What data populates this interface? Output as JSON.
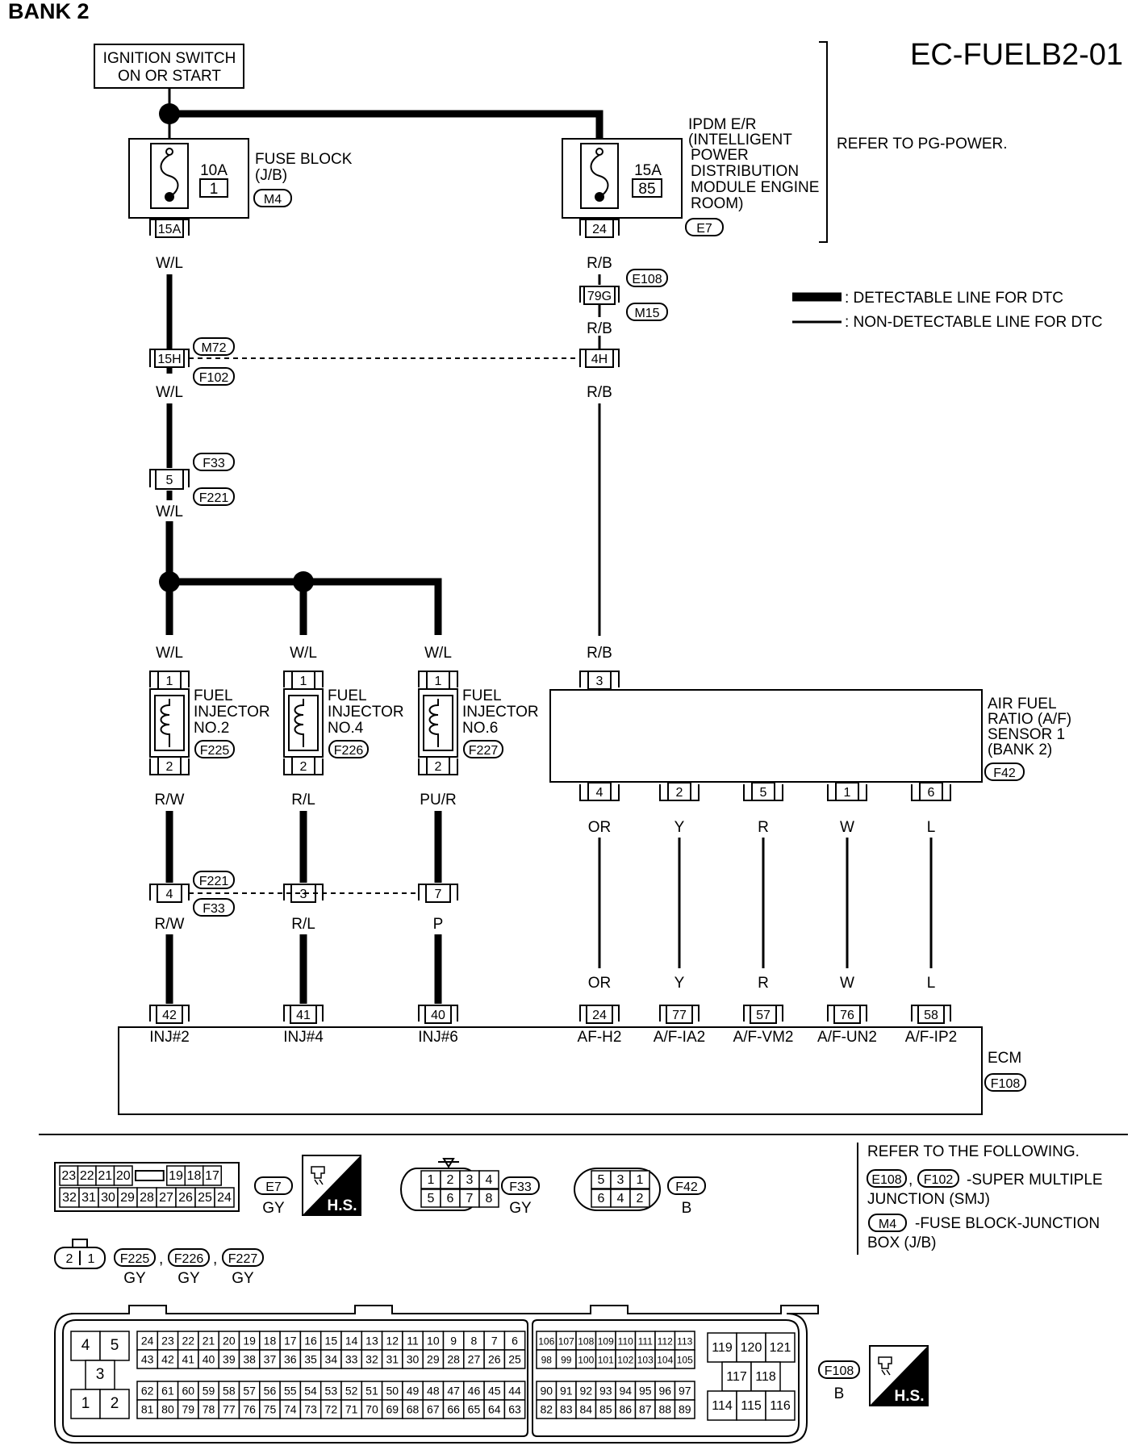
{
  "diagram": {
    "bank_title": "BANK 2",
    "code": "EC-FUELB2-01",
    "ignition": {
      "line1": "IGNITION SWITCH",
      "line2": "ON OR START"
    },
    "fuse_block": {
      "amp": "10A",
      "num": "1",
      "name_lines": [
        "FUSE BLOCK",
        "(J/B)"
      ],
      "conn": "M4",
      "pin": "15A",
      "wire": "W/L"
    },
    "ipdm": {
      "amp": "15A",
      "num": "85",
      "name_lines": [
        "IPDM E/R",
        "(INTELLIGENT",
        "POWER",
        "DISTRIBUTION",
        "MODULE ENGINE",
        "ROOM)"
      ],
      "conn": "E7",
      "pin": "24",
      "wire": "R/B"
    },
    "refer_power": "REFER TO PG-POWER.",
    "legend": {
      "detectable": ": DETECTABLE LINE FOR DTC",
      "non_detectable": ": NON-DETECTABLE LINE FOR DTC"
    },
    "junction_e108": {
      "conn_top": "E108",
      "pin": "79G",
      "conn_bottom": "M15",
      "wire_below": "R/B"
    },
    "junction_m72": {
      "conn_top": "M72",
      "pin_left": "15H",
      "conn_bottom": "F102",
      "pin_right": "4H",
      "wire_left": "W/L",
      "wire_right": "R/B"
    },
    "junction_f33": {
      "conn_top": "F33",
      "pin": "5",
      "conn_bottom": "F221",
      "wire": "W/L"
    },
    "injectors": [
      {
        "wire_in": "W/L",
        "pin_top": "1",
        "pin_bottom": "2",
        "name_lines": [
          "FUEL",
          "INJECTOR",
          "NO.2"
        ],
        "conn": "F225",
        "wire_out": "R/W",
        "joint_pin": "4",
        "wire_ecm": "R/W",
        "ecm_pin": "42",
        "ecm_label": "INJ#2"
      },
      {
        "wire_in": "W/L",
        "pin_top": "1",
        "pin_bottom": "2",
        "name_lines": [
          "FUEL",
          "INJECTOR",
          "NO.4"
        ],
        "conn": "F226",
        "wire_out": "R/L",
        "joint_pin": "3",
        "wire_ecm": "R/L",
        "ecm_pin": "41",
        "ecm_label": "INJ#4"
      },
      {
        "wire_in": "W/L",
        "pin_top": "1",
        "pin_bottom": "2",
        "name_lines": [
          "FUEL",
          "INJECTOR",
          "NO.6"
        ],
        "conn": "F227",
        "wire_out": "PU/R",
        "joint_pin": "7",
        "wire_ecm": "P",
        "ecm_pin": "40",
        "ecm_label": "INJ#6"
      }
    ],
    "joint_conn_top": "F221",
    "joint_conn_bottom": "F33",
    "af_sensor": {
      "wire_in": "R/B",
      "pin_in": "3",
      "name_lines": [
        "AIR FUEL",
        "RATIO (A/F)",
        "SENSOR 1",
        "(BANK 2)"
      ],
      "conn": "F42",
      "outputs": [
        {
          "pin": "4",
          "wire": "OR",
          "wire_ecm": "OR",
          "ecm_pin": "24",
          "ecm_label": "AF-H2"
        },
        {
          "pin": "2",
          "wire": "Y",
          "wire_ecm": "Y",
          "ecm_pin": "77",
          "ecm_label": "A/F-IA2"
        },
        {
          "pin": "5",
          "wire": "R",
          "wire_ecm": "R",
          "ecm_pin": "57",
          "ecm_label": "A/F-VM2"
        },
        {
          "pin": "1",
          "wire": "W",
          "wire_ecm": "W",
          "ecm_pin": "76",
          "ecm_label": "A/F-UN2"
        },
        {
          "pin": "6",
          "wire": "L",
          "wire_ecm": "L",
          "ecm_pin": "58",
          "ecm_label": "A/F-IP2"
        }
      ]
    },
    "ecm": {
      "name": "ECM",
      "conn": "F108"
    }
  },
  "connectors": {
    "e7": {
      "row1": [
        "23",
        "22",
        "21",
        "20",
        "",
        "19",
        "18",
        "17"
      ],
      "row2": [
        "32",
        "31",
        "30",
        "29",
        "28",
        "27",
        "26",
        "25",
        "24"
      ],
      "id": "E7",
      "color": "GY"
    },
    "hs_label": "H.S.",
    "f33": {
      "row1": [
        "1",
        "2",
        "3",
        "4"
      ],
      "row2": [
        "5",
        "6",
        "7",
        "8"
      ],
      "id": "F33",
      "color": "GY"
    },
    "f42": {
      "row1": [
        "5",
        "3",
        "1"
      ],
      "row2": [
        "6",
        "4",
        "2"
      ],
      "id": "F42",
      "color": "B"
    },
    "refer": {
      "title": "REFER TO THE FOLLOWING.",
      "smj_conns": [
        "E108",
        "F102"
      ],
      "smj_text": "-SUPER MULTIPLE",
      "smj_text2": "JUNCTION (SMJ)",
      "jb_conn": "M4",
      "jb_text": "-FUSE BLOCK-JUNCTION",
      "jb_text2": "BOX (J/B)",
      "comma": ","
    },
    "inj": {
      "pins": [
        "2",
        "1"
      ],
      "ids": [
        "F225",
        "F226",
        "F227"
      ],
      "color": "GY",
      "sep": ","
    },
    "f108": {
      "id": "F108",
      "color": "B",
      "left": {
        "top": [
          "4",
          "5"
        ],
        "mid": "3",
        "bottom": [
          "1",
          "2"
        ]
      },
      "a_row1": [
        "24",
        "23",
        "22",
        "21",
        "20",
        "19",
        "18",
        "17",
        "16",
        "15",
        "14",
        "13",
        "12",
        "11",
        "10",
        "9",
        "8",
        "7",
        "6"
      ],
      "a_row2": [
        "43",
        "42",
        "41",
        "40",
        "39",
        "38",
        "37",
        "36",
        "35",
        "34",
        "33",
        "32",
        "31",
        "30",
        "29",
        "28",
        "27",
        "26",
        "25"
      ],
      "a_row3": [
        "62",
        "61",
        "60",
        "59",
        "58",
        "57",
        "56",
        "55",
        "54",
        "53",
        "52",
        "51",
        "50",
        "49",
        "48",
        "47",
        "46",
        "45",
        "44"
      ],
      "a_row4": [
        "81",
        "80",
        "79",
        "78",
        "77",
        "76",
        "75",
        "74",
        "73",
        "72",
        "71",
        "70",
        "69",
        "68",
        "67",
        "66",
        "65",
        "64",
        "63"
      ],
      "b_row1": [
        "106",
        "107",
        "108",
        "109",
        "110",
        "111",
        "112",
        "113"
      ],
      "b_row2": [
        "98",
        "99",
        "100",
        "101",
        "102",
        "103",
        "104",
        "105"
      ],
      "b_row3": [
        "90",
        "91",
        "92",
        "93",
        "94",
        "95",
        "96",
        "97"
      ],
      "b_row4": [
        "82",
        "83",
        "84",
        "85",
        "86",
        "87",
        "88",
        "89"
      ],
      "c_row1": [
        "119",
        "120",
        "121"
      ],
      "c_mid": [
        "117",
        "118"
      ],
      "c_row3": [
        "114",
        "115",
        "116"
      ]
    }
  }
}
